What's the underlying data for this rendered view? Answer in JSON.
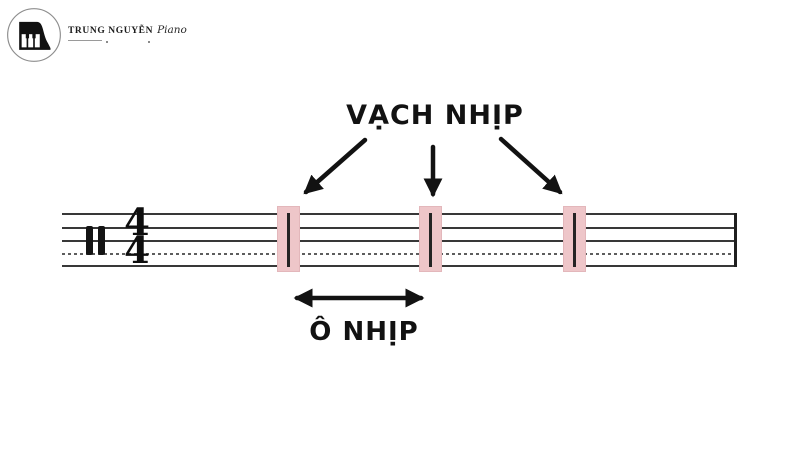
{
  "brand": {
    "name": "TRUNG NGUYỄN",
    "suffix": "Piano"
  },
  "labels": {
    "barline_label": "VẠCH NHỊP",
    "measure_label": "Ô NHỊP"
  },
  "staff": {
    "clef": "percussion-clef",
    "time_signature": {
      "numerator": "4",
      "denominator": "4"
    },
    "highlighted_barlines": 3
  },
  "colors": {
    "background": "#ffffff",
    "ink": "#121212",
    "staff_line": "#383838",
    "highlight_pink": "#eec6c9",
    "highlight_border": "#e3b7bb"
  }
}
